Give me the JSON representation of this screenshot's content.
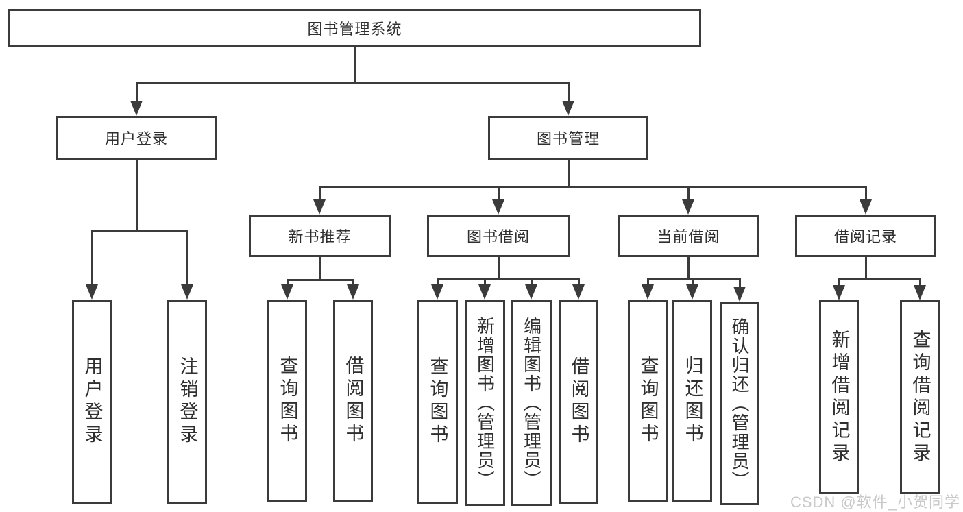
{
  "diagram": {
    "root": {
      "label": "图书管理系统"
    },
    "level2": [
      {
        "id": "user-login",
        "label": "用户登录"
      },
      {
        "id": "book-management",
        "label": "图书管理"
      }
    ],
    "level3": [
      {
        "id": "new-book-recommend",
        "label": "新书推荐"
      },
      {
        "id": "book-borrow",
        "label": "图书借阅"
      },
      {
        "id": "current-borrow",
        "label": "当前借阅"
      },
      {
        "id": "borrow-records",
        "label": "借阅记录"
      }
    ],
    "leaves": {
      "user_login": [
        "用户登录",
        "注销登录"
      ],
      "new_book_recommend": [
        "查询图书",
        "借阅图书"
      ],
      "book_borrow": [
        "查询图书",
        "新增图书（管理员）",
        "编辑图书（管理员）",
        "借阅图书"
      ],
      "current_borrow": [
        "查询图书",
        "归还图书",
        "确认归还（管理员）"
      ],
      "borrow_records": [
        "新增借阅记录",
        "查询借阅记录"
      ]
    }
  },
  "watermark": {
    "text": "CSDN @软件_小贺同学"
  },
  "colors": {
    "line": "#3b3b3b",
    "text": "#2f2f2f",
    "watermark": "#c9c9c9",
    "background": "#ffffff"
  }
}
